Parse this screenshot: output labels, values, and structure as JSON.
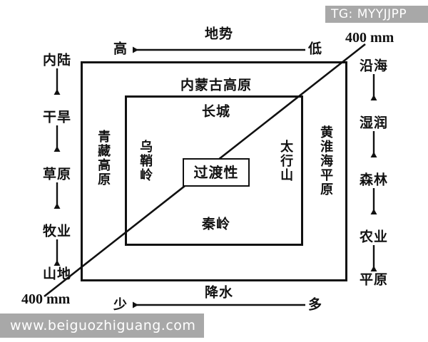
{
  "diagram": {
    "title_hidden": "",
    "axes": {
      "top": {
        "name": "地势",
        "left_end": "高",
        "right_end": "低"
      },
      "bottom": {
        "name": "降水",
        "left_end": "少",
        "right_end": "多"
      }
    },
    "left_chain": [
      "内陆",
      "干旱",
      "草原",
      "牧业",
      "山地"
    ],
    "right_chain": [
      "沿海",
      "湿润",
      "森林",
      "农业",
      "平原"
    ],
    "isohyet": {
      "top_label": "400 mm",
      "bottom_label": "400 mm"
    },
    "outer_box": {
      "left_side_vertical": "青藏高原",
      "right_side_vertical": "黄淮海平原"
    },
    "inner_box": {
      "above_top": "内蒙古高原",
      "top_inside": "长城",
      "left_vertical": "乌鞘岭",
      "right_vertical": "太行山",
      "bottom_inside": "秦岭",
      "center_chip": "过渡性"
    }
  },
  "watermarks": {
    "telegram_badge": "TG: MYYJJPP",
    "site": "www.beiguozhiguang.com"
  },
  "colors": {
    "ink": "#111111",
    "paper": "#ffffff",
    "watermark_bg": "#a8a8a8",
    "watermark_fg": "#ffffff"
  }
}
